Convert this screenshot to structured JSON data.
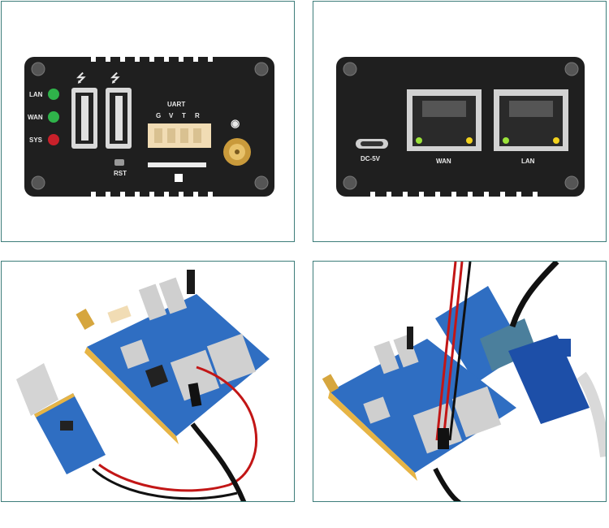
{
  "front": {
    "leds": [
      {
        "label": "LAN",
        "color": "#2fb34a"
      },
      {
        "label": "WAN",
        "color": "#2fb34a"
      },
      {
        "label": "SYS",
        "color": "#c8202a"
      }
    ],
    "uart_label": "UART",
    "uart_pins": [
      "G",
      "V",
      "T",
      "R"
    ],
    "rst_label": "RST",
    "usb_icon": "usb-icon",
    "wifi_icon": "wifi-icon"
  },
  "back": {
    "dc_label": "DC-5V",
    "wan_label": "WAN",
    "lan_label": "LAN"
  },
  "colors": {
    "frame": "#3d7d7a",
    "case": "#1f1f1f",
    "pcb": "#2f6ec2",
    "header": "#f1dcb4",
    "wire_red": "#c21616",
    "vga_blue": "#1d4fa8"
  }
}
